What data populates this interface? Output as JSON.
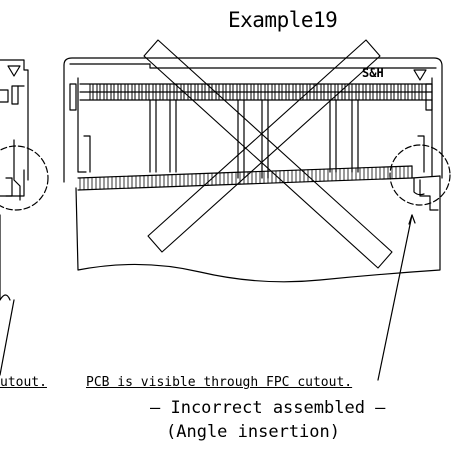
{
  "title": "Example19",
  "mark": "S&H",
  "notes": {
    "left_partial": "utout.",
    "right": "PCB is visible through FPC cutout."
  },
  "caption": {
    "line1": "– Incorrect assembled –",
    "line2": "(Angle insertion)"
  }
}
